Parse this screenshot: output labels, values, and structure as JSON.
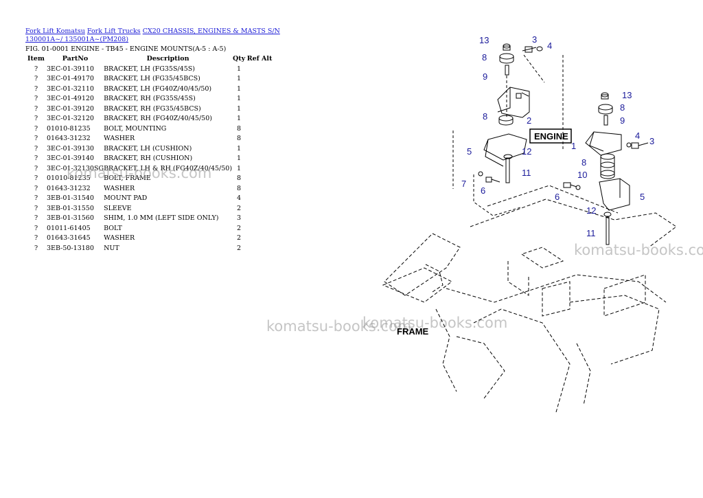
{
  "breadcrumb": {
    "links": [
      "Fork Lift Komatsu",
      "Fork Lift Trucks",
      "CX20 CHASSIS, ENGINES & MASTS S/N 130001A~/ 135001A~(PM208)"
    ]
  },
  "figure_title": "FIG. 01-0001 ENGINE - TB45 - ENGINE MOUNTS(A-5 : A-5)",
  "table": {
    "headers": [
      "Item",
      "PartNo",
      "Description",
      "Qty",
      "Ref",
      "Alt"
    ],
    "rows": [
      [
        "?",
        "3EC-01-39110",
        "BRACKET, LH (FG35S/45S)",
        "1"
      ],
      [
        "?",
        "3EC-01-49170",
        "BRACKET, LH (FG35/45BCS)",
        "1"
      ],
      [
        "?",
        "3EC-01-32110",
        "BRACKET, LH (FG40Z/40/45/50)",
        "1"
      ],
      [
        "?",
        "3EC-01-49120",
        "BRACKET, RH (FG35S/45S)",
        "1"
      ],
      [
        "?",
        "3EC-01-39120",
        "BRACKET, RH (FG35/45BCS)",
        "1"
      ],
      [
        "?",
        "3EC-01-32120",
        "BRACKET, RH (FG40Z/40/45/50)",
        "1"
      ],
      [
        "?",
        "01010-81235",
        "BOLT, MOUNTING",
        "8"
      ],
      [
        "?",
        "01643-31232",
        "WASHER",
        "8"
      ],
      [
        "?",
        "3EC-01-39130",
        "BRACKET, LH (CUSHION)",
        "1"
      ],
      [
        "?",
        "3EC-01-39140",
        "BRACKET, RH (CUSHION)",
        "1"
      ],
      [
        "?",
        "3EC-01-32130SG",
        "BRACKET, LH & RH (FG40Z/40/45/50)",
        "1"
      ],
      [
        "?",
        "01010-81235",
        "BOLT, FRAME",
        "8"
      ],
      [
        "?",
        "01643-31232",
        "WASHER",
        "8"
      ],
      [
        "?",
        "3EB-01-31540",
        "MOUNT PAD",
        "4"
      ],
      [
        "?",
        "3EB-01-31550",
        "SLEEVE",
        "2"
      ],
      [
        "?",
        "3EB-01-31560",
        "SHIM, 1.0 MM (LEFT SIDE ONLY)",
        "3"
      ],
      [
        "?",
        "01011-61405",
        "BOLT",
        "2"
      ],
      [
        "?",
        "01643-31645",
        "WASHER",
        "2"
      ],
      [
        "?",
        "3EB-50-13180",
        "NUT",
        "2"
      ]
    ]
  },
  "watermark": "komatsu-books.com",
  "diagram": {
    "engine_label": "ENGINE",
    "frame_label": "FRAME",
    "callouts": [
      "13",
      "3",
      "4",
      "8",
      "9",
      "2",
      "8",
      "5",
      "12",
      "11",
      "7",
      "6",
      "13",
      "8",
      "9",
      "4",
      "3",
      "1",
      "8",
      "10",
      "6",
      "5",
      "12",
      "11"
    ]
  }
}
